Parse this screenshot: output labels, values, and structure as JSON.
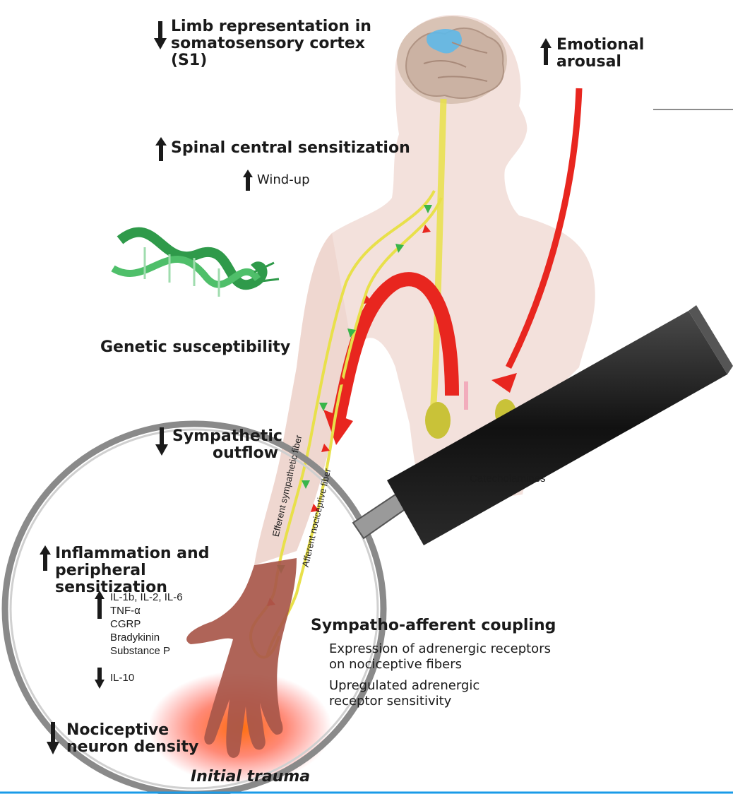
{
  "labels": {
    "limb_representation": "Limb representation in somatosensory cortex (S1)",
    "emotional_arousal": "Emotional arousal",
    "spinal_central_sensitization": "Spinal central sensitization",
    "wind_up": "Wind-up",
    "genetic_susceptibility": "Genetic susceptibility",
    "sympathetic_outflow": "Sympathetic outflow",
    "catecholamines": "Catecholamines",
    "efferent_sympathetic_fiber": "Efferent sympathetic fiber",
    "afferent_nociceptive_fiber": "Afferent nociceptive fiber",
    "inflammation": "Inflammation and peripheral sensitization",
    "cytokines_up": [
      "IL-1b, IL-2, IL-6",
      "TNF-α",
      "CGRP",
      "Bradykinin",
      "Substance P"
    ],
    "cytokines_down": "IL-10",
    "sympatho_afferent_coupling": "Sympatho-afferent coupling",
    "expression_adrenergic": "Expression of adrenergic receptors on nociceptive fibers",
    "upregulated_adrenergic": "Upregulated adrenergic receptor sensitivity",
    "nociceptive_density": "Nociceptive neuron density",
    "initial_trauma": "Initial trauma"
  },
  "colors": {
    "accent_bottom_line": "#1a9be8",
    "red_arrow": "#e8261f",
    "nerve_yellow": "#e8e04a",
    "brain_blue": "#5fb8e8",
    "dna_green": "#2f9a4a",
    "skin": "#f1dcd6"
  }
}
